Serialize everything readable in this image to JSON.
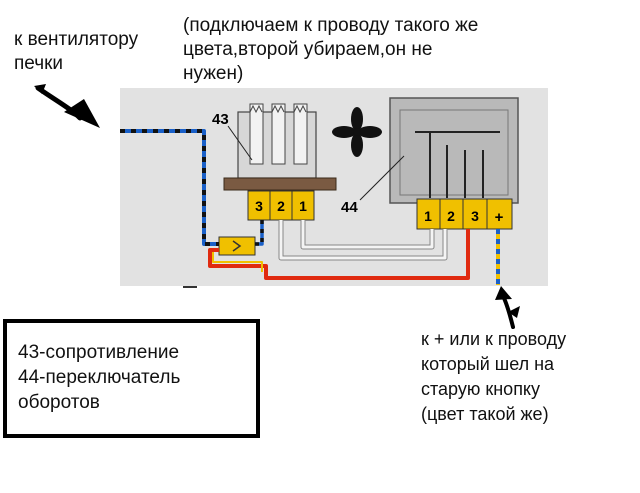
{
  "annotations": {
    "fan_text": "к вентилятору\nпечки",
    "connect_text": "(подключаем к проводу такого же\nцвета,второй убираем,он не\nнужен)",
    "plus_text": "к + или к проводу\nкоторый шел на\nстарую кнопку\n(цвет такой же)"
  },
  "legend": {
    "text": "43-сопротивление\n44-переключатель\nоборотов"
  },
  "diagram": {
    "resistor_label": "43",
    "switch_label": "44",
    "resistor_pins": [
      "3",
      "2",
      "1"
    ],
    "switch_pins": [
      "1",
      "2",
      "3",
      "+"
    ]
  }
}
